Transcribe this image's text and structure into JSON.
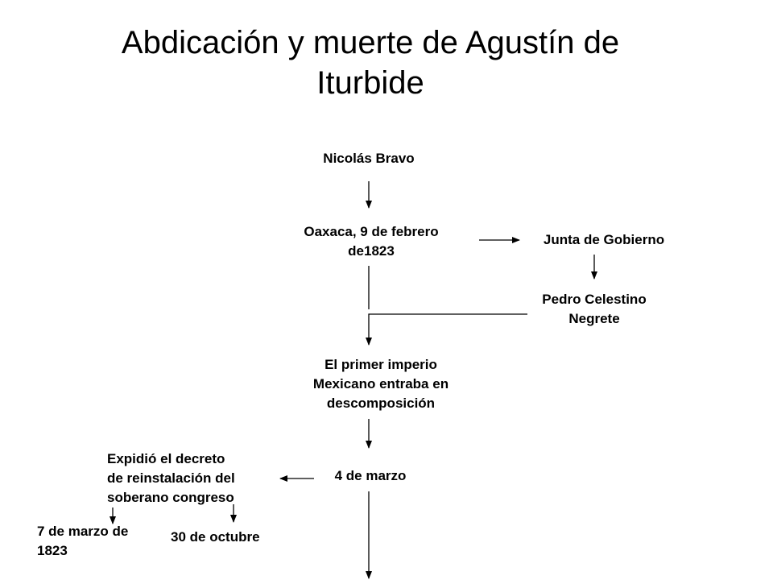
{
  "title": "Abdicación y muerte de Agustín de Iturbide",
  "nodes": {
    "nicolas_bravo": "Nicolás Bravo",
    "oaxaca": [
      "Oaxaca, 9 de febrero",
      "de1823"
    ],
    "junta": "Junta de Gobierno",
    "negrete": [
      "Pedro Celestino",
      "Negrete"
    ],
    "imperio": [
      "El primer imperio",
      "Mexicano entraba en",
      "descomposición"
    ],
    "cuatro_marzo": "4 de marzo",
    "decreto": [
      "Expidió el decreto",
      "de reinstalación del",
      "soberano congreso"
    ],
    "siete_marzo": [
      "7 de marzo de",
      "1823"
    ],
    "treinta_octubre": "30 de octubre"
  }
}
